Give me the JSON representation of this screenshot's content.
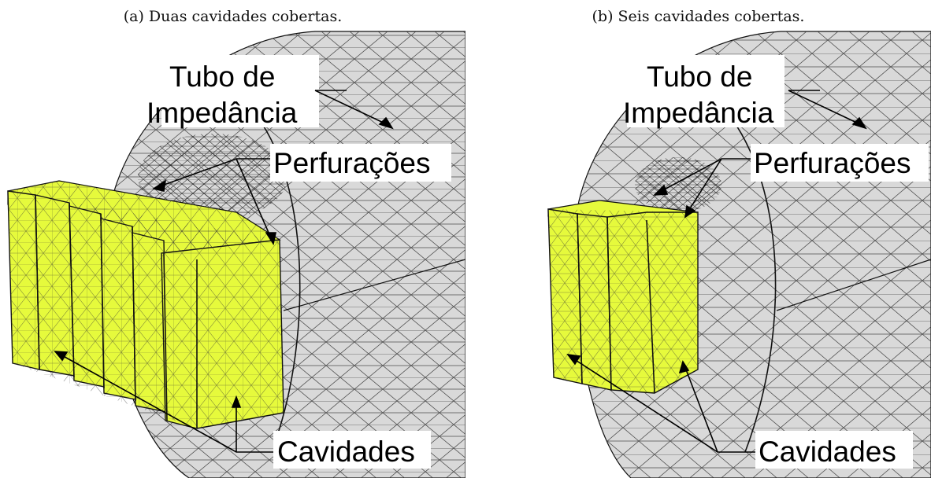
{
  "panels": [
    {
      "caption": "(a) Duas cavidades cobertas.",
      "labels": {
        "tube_line1": "Tubo de",
        "tube_line2": "Impedância",
        "perforations": "Perfurações",
        "cavities": "Cavidades"
      }
    },
    {
      "caption": "(b) Seis cavidades cobertas.",
      "labels": {
        "tube_line1": "Tubo de",
        "tube_line2": "Impedância",
        "perforations": "Perfurações",
        "cavities": "Cavidades"
      }
    }
  ],
  "colors": {
    "tube_fill": "#d9d9d9",
    "cavity_fill": "#e6fa3c",
    "mesh_line": "#1a1a1a"
  }
}
